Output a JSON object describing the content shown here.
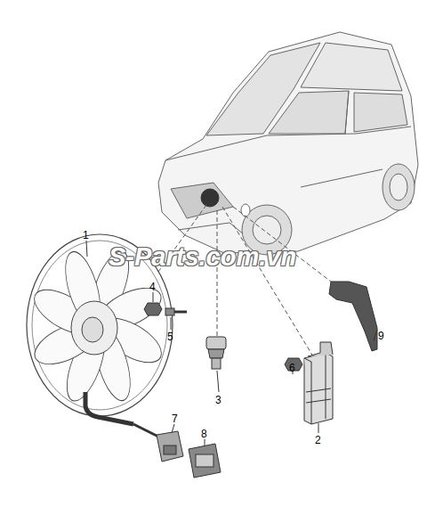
{
  "diagram": {
    "labels": [
      "1",
      "4",
      "5",
      "3",
      "6",
      "2",
      "7",
      "8",
      "9",
      "S-Parts.com.vn"
    ]
  }
}
